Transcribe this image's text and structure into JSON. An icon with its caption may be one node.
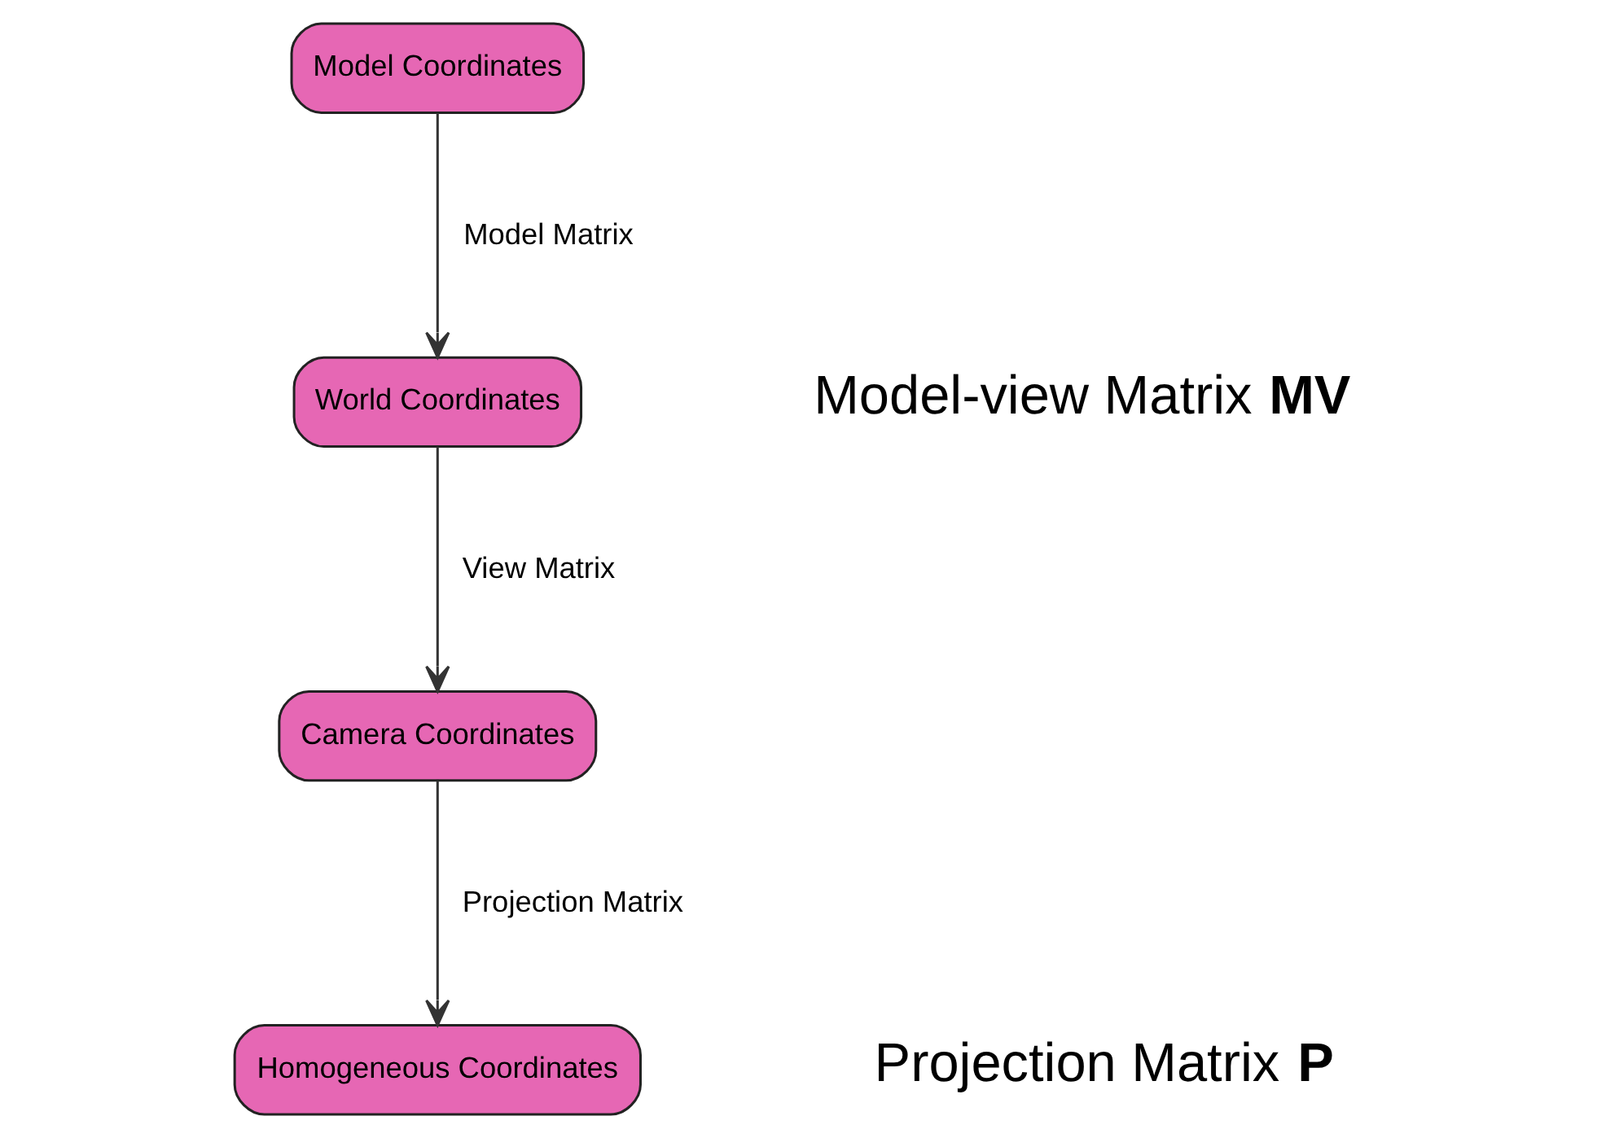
{
  "diagram": {
    "nodes": [
      {
        "text": [
          "Model Coordinates"
        ]
      },
      {
        "text": [
          "World Coordinates"
        ]
      },
      {
        "text": [
          "Camera Coordinates"
        ]
      },
      {
        "text": [
          "Homogeneous Coordinates"
        ]
      }
    ],
    "edges": [
      {
        "from": 0,
        "to": 1,
        "arrow": "to",
        "label": "Model Matrix"
      },
      {
        "from": 1,
        "to": 2,
        "arrow": "to",
        "label": "View Matrix"
      },
      {
        "from": 2,
        "to": 3,
        "arrow": "to",
        "label": "Projection Matrix"
      }
    ],
    "labels": [
      "Model-view Matrix **MV**",
      "Projection Matrix **P**"
    ]
  }
}
